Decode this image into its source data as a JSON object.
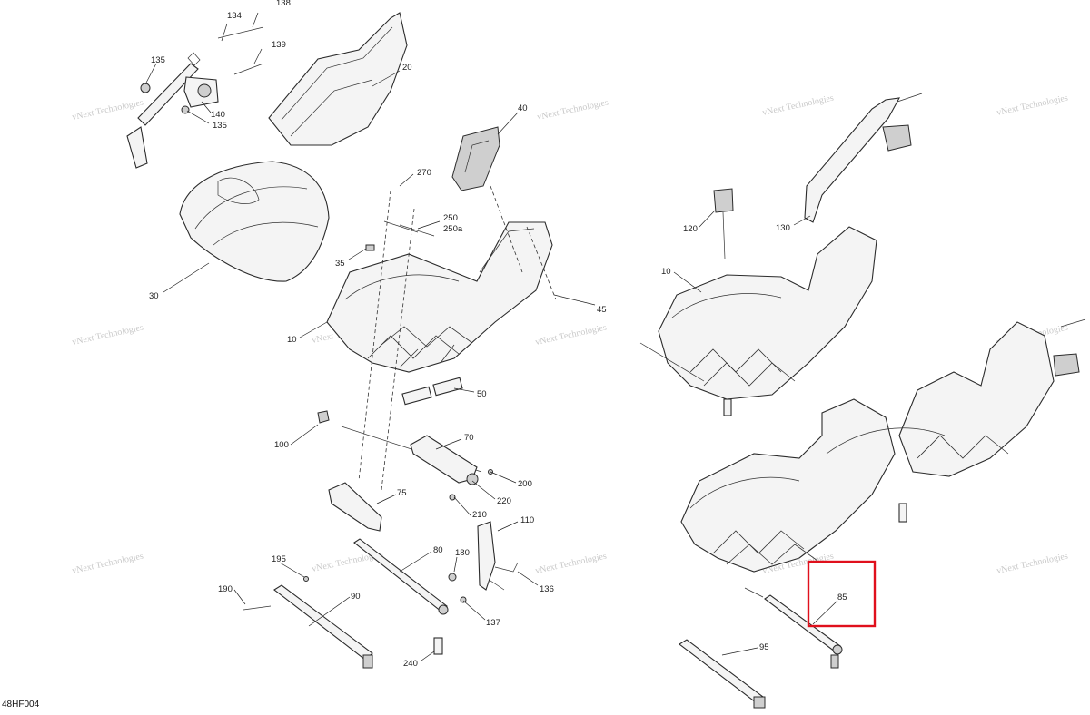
{
  "diagram_code": "48HF004",
  "watermark": "vNext Technologies",
  "callouts": [
    "134",
    "138",
    "135",
    "139",
    "140",
    "135",
    "20",
    "40",
    "270",
    "250",
    "250a",
    "35",
    "30",
    "45",
    "10",
    "50",
    "100",
    "70",
    "200",
    "75",
    "220",
    "210",
    "110",
    "180",
    "80",
    "195",
    "190",
    "90",
    "136",
    "137",
    "240",
    "120",
    "130",
    "10",
    "85",
    "95"
  ],
  "highlight_color": "#e0101c"
}
